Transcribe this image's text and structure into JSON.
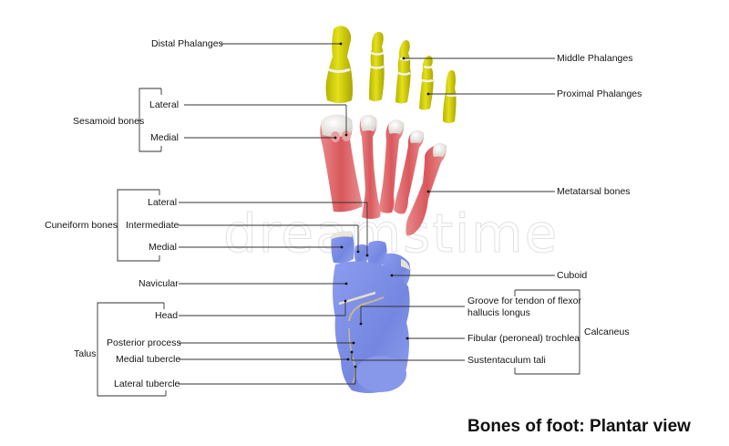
{
  "title": "Bones of foot: Plantar view",
  "watermark": "dreamstime",
  "colors": {
    "phalanges": "#d6d210",
    "metatarsals": "#e77a7c",
    "tarsals": "#7d8fe6",
    "cartilage": "#f2efe8",
    "leader_line": "#333333",
    "text": "#151515"
  },
  "left_labels": {
    "distal_phalanges": "Distal Phalanges",
    "sesamoid_group": "Sesamoid bones",
    "sesamoid_lateral": "Lateral",
    "sesamoid_medial": "Medial",
    "cuneiform_group": "Cuneiform bones",
    "cuneiform_lateral": "Lateral",
    "cuneiform_intermediate": "Intermediate",
    "cuneiform_medial": "Medial",
    "navicular": "Navicular",
    "talus_group": "Talus",
    "talus_head": "Head",
    "talus_posterior_process": "Posterior process",
    "talus_medial_tubercle": "Medial tubercle",
    "talus_lateral_tubercle": "Lateral tubercle"
  },
  "right_labels": {
    "middle_phalanges": "Middle Phalanges",
    "proximal_phalanges": "Proximal Phalanges",
    "metatarsal_bones": "Metatarsal bones",
    "cuboid": "Cuboid",
    "groove_line1": "Groove for tendon of flexor",
    "groove_line2": "hallucis longus",
    "fibular_trochlea": "Fibular (peroneal) trochlea",
    "sustentaculum_tali": "Sustentaculum tali",
    "calcaneus_group": "Calcaneus"
  }
}
